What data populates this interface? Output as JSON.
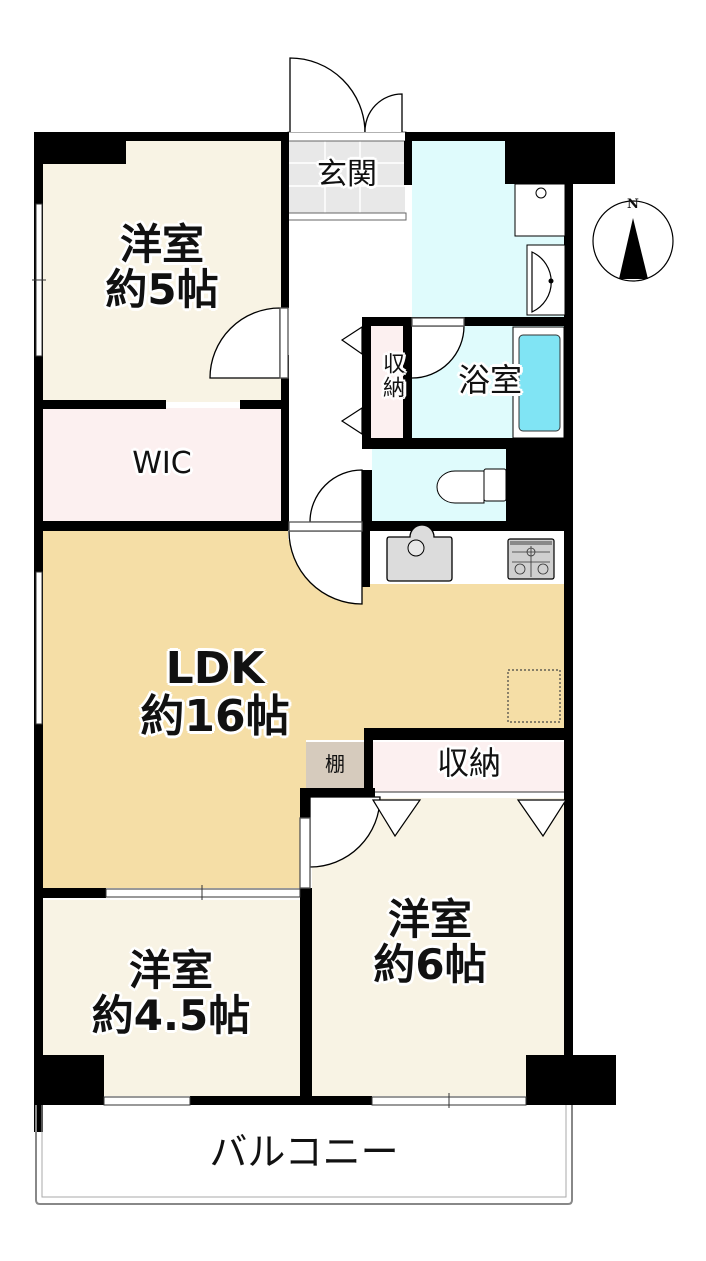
{
  "floor_plan": {
    "rooms": {
      "entrance": {
        "label": "玄関"
      },
      "western_room_1": {
        "name": "洋室",
        "size": "約5帖"
      },
      "wic": {
        "label": "WIC"
      },
      "storage_hall": {
        "label": "収納"
      },
      "bathroom": {
        "label": "浴室"
      },
      "ldk": {
        "name": "LDK",
        "size": "約16帖"
      },
      "shelf": {
        "label": "棚"
      },
      "storage_main": {
        "label": "収納"
      },
      "western_room_2": {
        "name": "洋室",
        "size": "約4.5帖"
      },
      "western_room_3": {
        "name": "洋室",
        "size": "約6帖"
      },
      "balcony": {
        "label": "バルコニー"
      }
    },
    "compass": {
      "label": "N",
      "icon": "north-arrow-icon"
    },
    "fixtures": [
      "washing-machine-pan",
      "wash-basin",
      "bathtub",
      "toilet",
      "kitchen-sink",
      "gas-stove",
      "refrigerator-space"
    ],
    "colors": {
      "wall": "#000000",
      "western_room": "#f8f3e4",
      "ldk": "#f5dea6",
      "storage": "#fcf0f0",
      "wet_area": "#dffbfc",
      "bathtub": "#80e4f4",
      "entrance": "#e8e8e8",
      "shelf": "#d6cbbd",
      "hallway": "#ffffff"
    }
  }
}
